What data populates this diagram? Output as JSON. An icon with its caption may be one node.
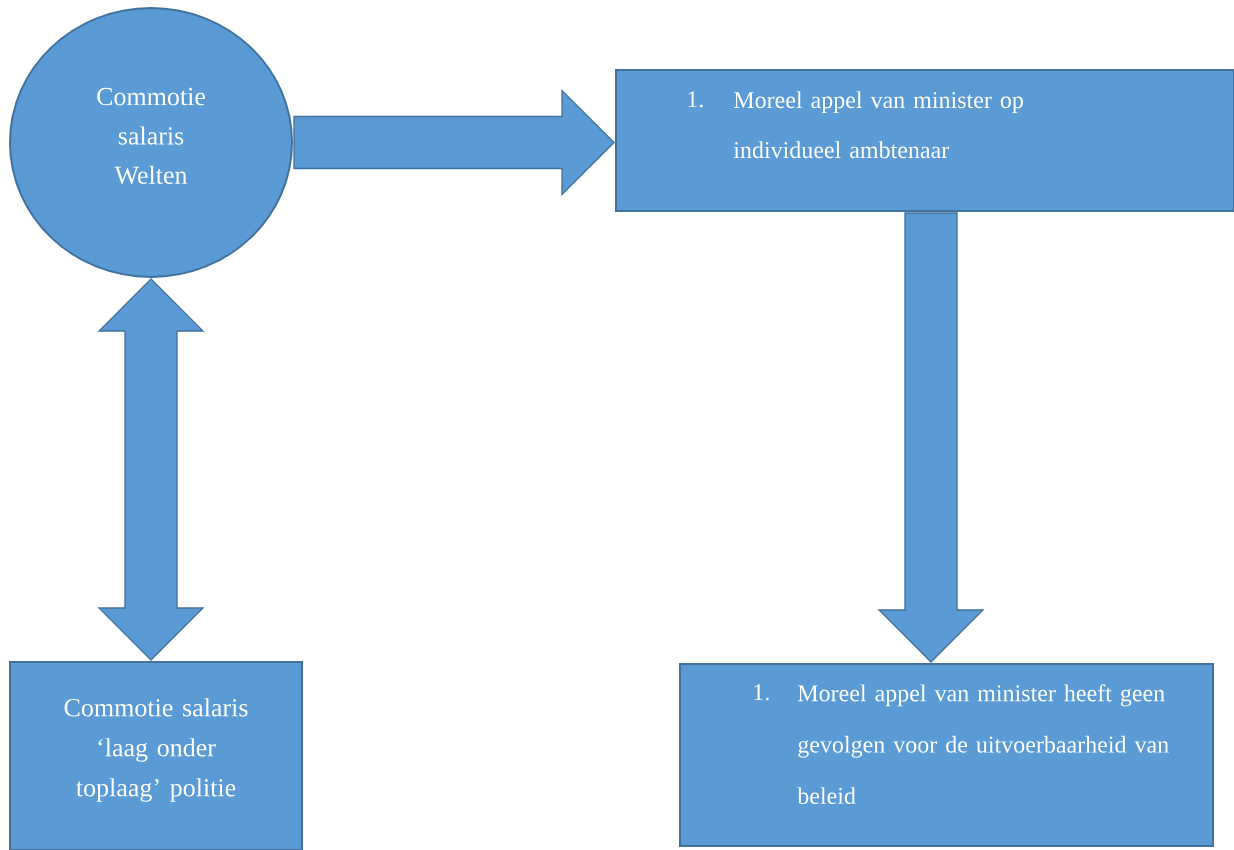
{
  "diagram": {
    "nodes": [
      {
        "text": [
          "Commotie salaris Welten"
        ]
      },
      {
        "text": [
          "1.",
          "Moreel appel van minister op individueel ambtenaar"
        ]
      },
      {
        "text": [
          "Commotie salaris ‘laag onder toplaag’ politie"
        ]
      },
      {
        "text": [
          "1.",
          "Moreel appel van minister heeft geen gevolgen voor de uitvoerbaarheid van beleid"
        ]
      }
    ],
    "edges": [
      {
        "from": 0,
        "to": 1,
        "arrow": "to"
      },
      {
        "from": 1,
        "to": 3,
        "arrow": "to"
      },
      {
        "from": 0,
        "to": 2,
        "arrow": "both"
      }
    ]
  }
}
